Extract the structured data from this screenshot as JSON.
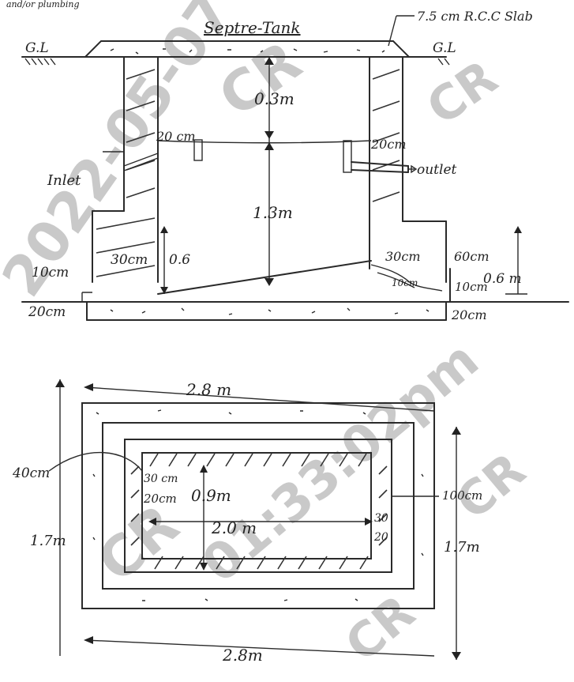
{
  "page_header_fragment": "and/or plumbing",
  "section_view": {
    "title": "Septre-Tank",
    "slab_label": "7.5 cm R.C.C Slab",
    "ground_left": "G.L",
    "ground_right": "G.L",
    "dims": {
      "top_depth": "0.3m",
      "liquid_depth": "1.3m",
      "inlet_wall": "20 cm",
      "outlet_wall": "20cm",
      "left_wall_lower": "30cm",
      "left_step_h": "0.6",
      "left_small": "10cm",
      "base_left": "20cm",
      "right_wall_lower": "30cm",
      "right_step": "60cm",
      "right_floor_slope": "10cm",
      "right_base_step": "10cm",
      "right_step_h": "0.6 m",
      "base_right": "20cm"
    },
    "inlet_label": "Inlet",
    "outlet_label": "outlet"
  },
  "plan_view": {
    "top_length": "2.8 m",
    "bottom_length": "2.8m",
    "left_width": "1.7m",
    "right_width": "1.7m",
    "left_offset": "40cm",
    "right_offset": "100cm",
    "inner_length": "2.0 m",
    "inner_width": "0.9m",
    "left_wall_1": "30 cm",
    "left_wall_2": "20cm",
    "right_wall_1": "30",
    "right_wall_2": "20"
  },
  "watermark": [
    "2022-05-07",
    "CR",
    "CR",
    "CR",
    "01:33:02pm",
    "CR",
    "CR"
  ]
}
